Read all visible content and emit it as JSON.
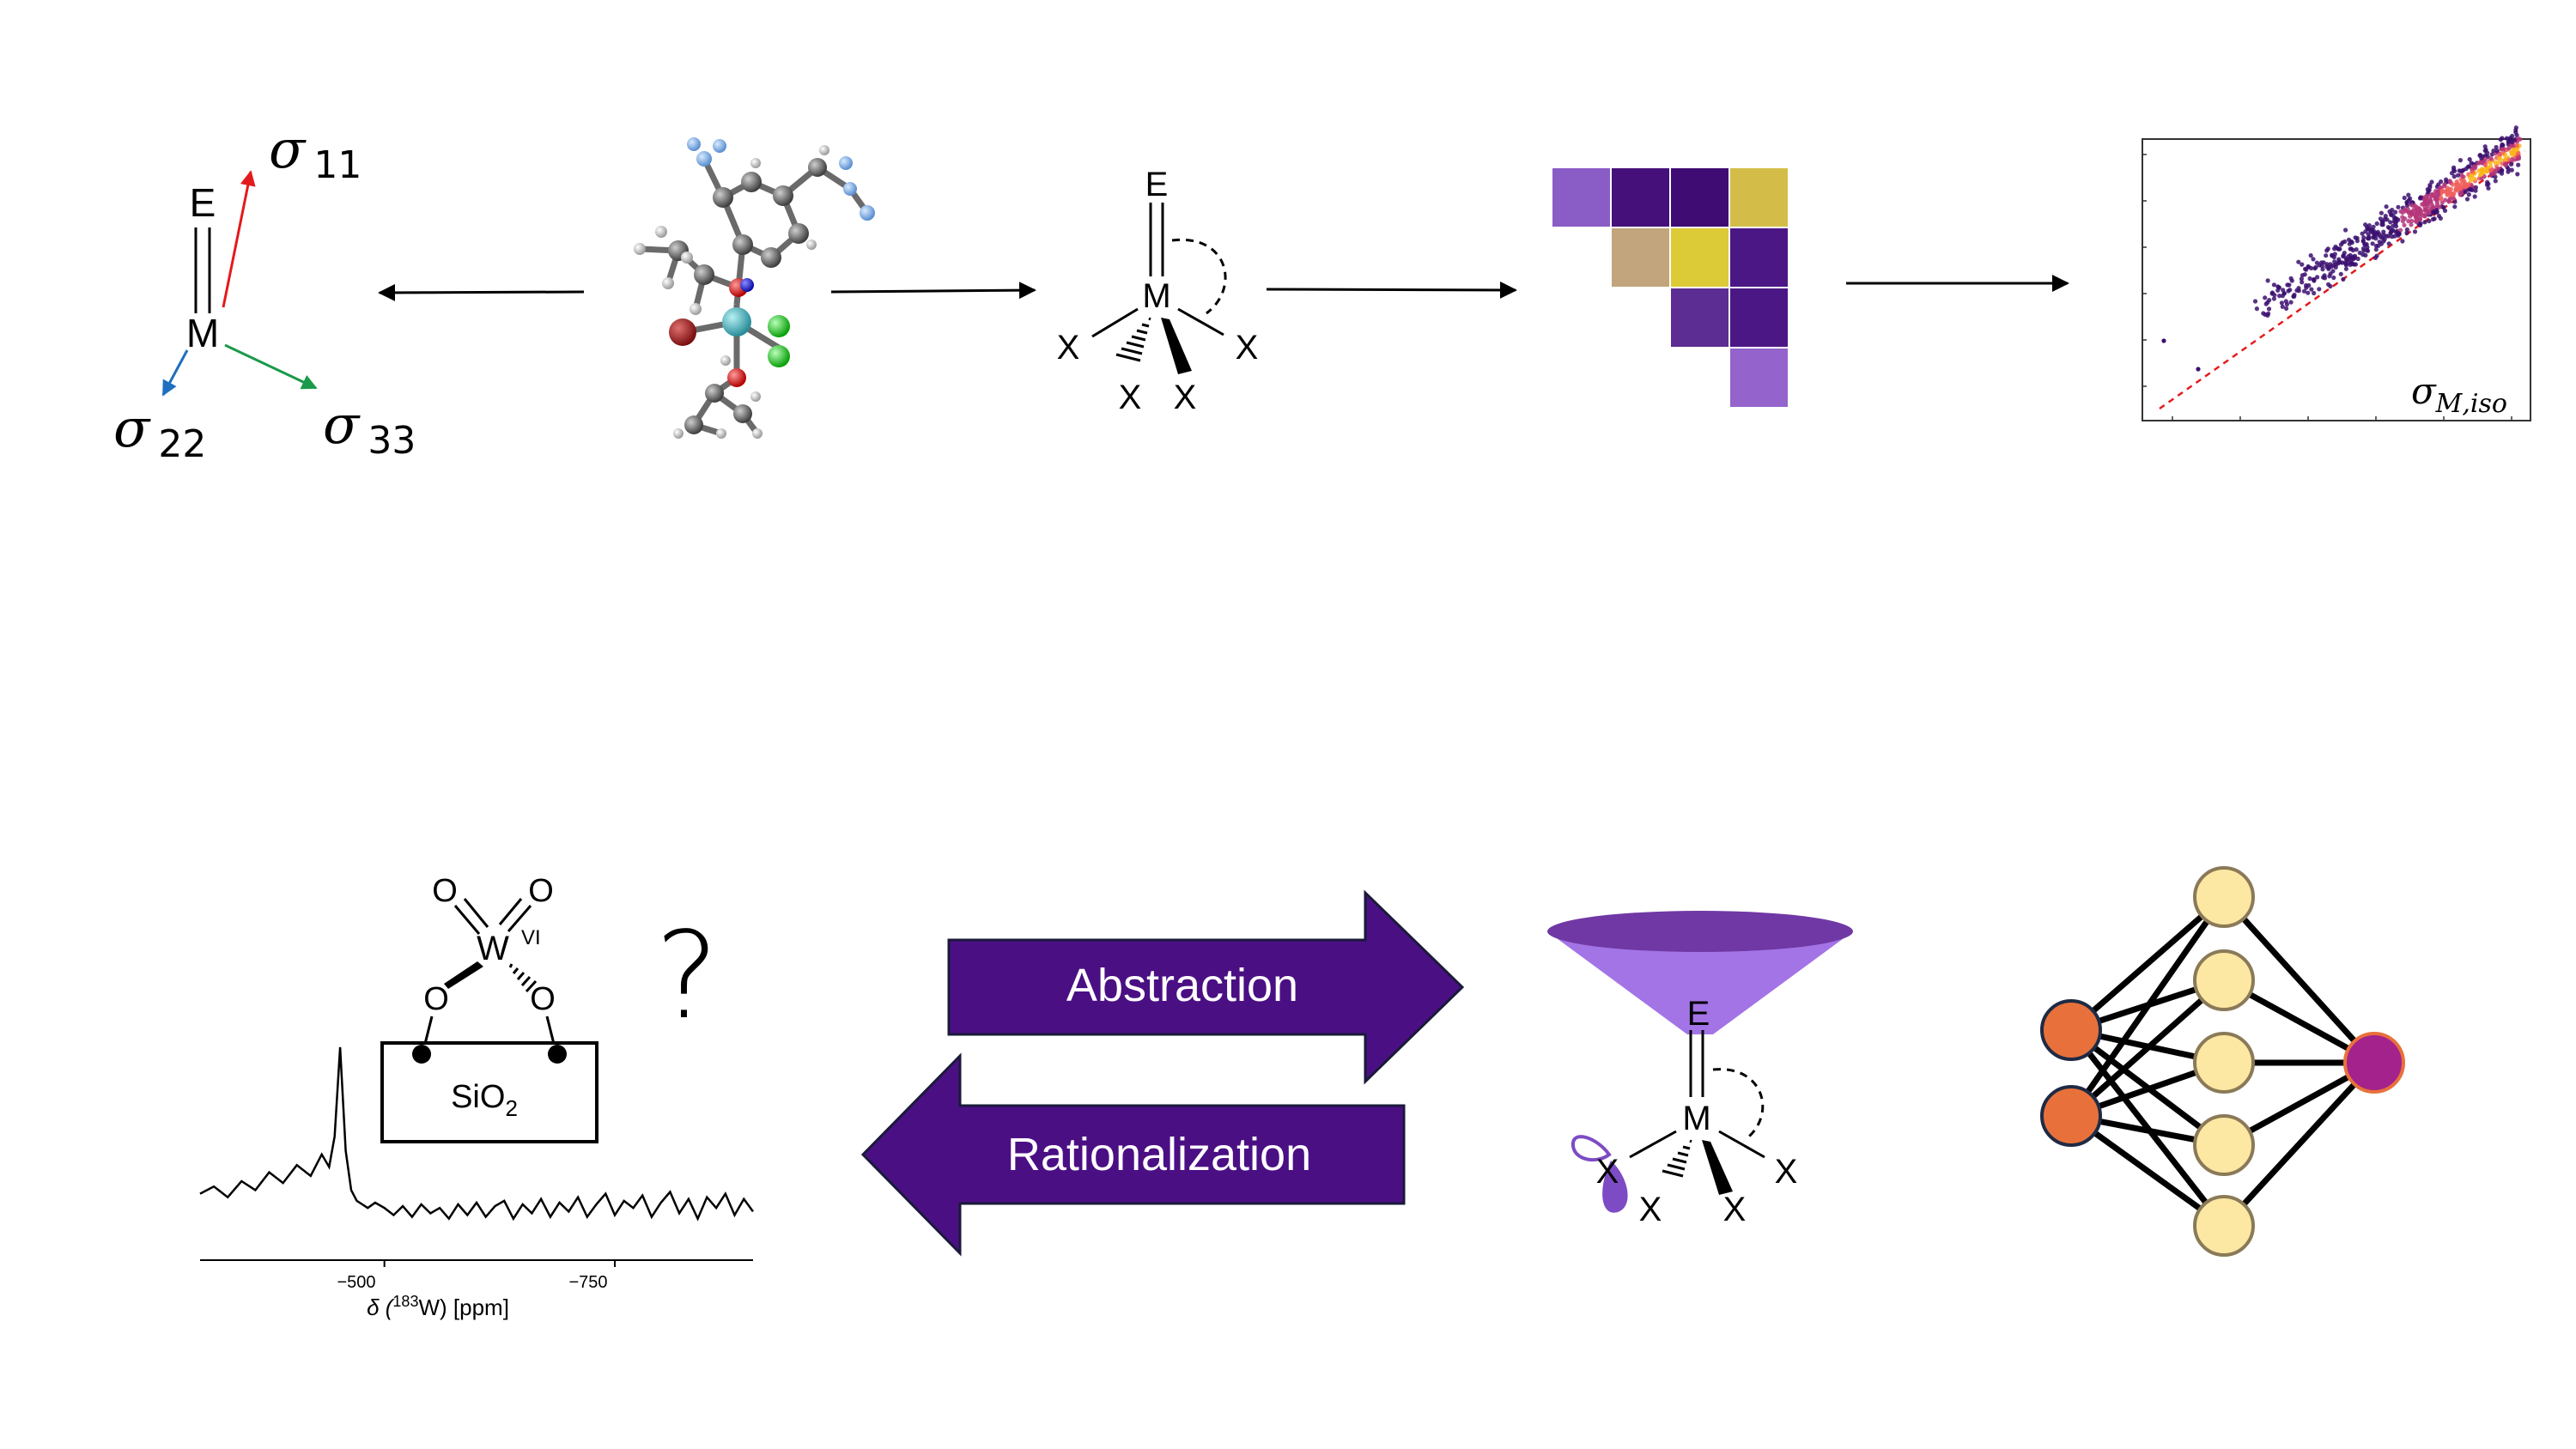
{
  "tensor": {
    "metal": "M",
    "ligand": "E",
    "sigma": "σ",
    "sub_11": "11",
    "sub_22": "22",
    "sub_33": "33",
    "colors": {
      "s11": "#e31a1c",
      "s22": "#1f6fbf",
      "s33": "#1a9a4a"
    }
  },
  "fragment": {
    "top": "E",
    "center": "M",
    "ligand": "X"
  },
  "matrix": {
    "colors": [
      [
        "#8a5cc6",
        "#45107a",
        "#3e0c72",
        "#d3bd48"
      ],
      [
        "#c2a57d",
        "#dccb36",
        "#4b1785"
      ],
      [
        "#5c2d93",
        "#4b1785"
      ],
      [
        "#9463cc"
      ]
    ]
  },
  "parity_plot": {
    "label_main": "σ",
    "label_sub": "M,iso"
  },
  "surface": {
    "metal": "W",
    "oxidation": "VI",
    "oxygen": "O",
    "support_main": "SiO",
    "support_sub": "2",
    "question": "?"
  },
  "chart_data": {
    "type": "line",
    "title": "",
    "xlabel_pre": "δ (",
    "xlabel_sup": "183",
    "xlabel_post": "W) [ppm]",
    "xticks": [
      "−500",
      "−750"
    ],
    "x_range": [
      -300,
      -900
    ],
    "series": [
      {
        "x": [
          -300,
          -315,
          -330,
          -345,
          -360,
          -375,
          -390,
          -405,
          -420,
          -432,
          -440,
          -446,
          -452,
          -458,
          -464,
          -470,
          -476,
          -482,
          -490,
          -500,
          -510,
          -520,
          -530,
          -540,
          -550,
          -560,
          -570,
          -580,
          -590,
          -600,
          -610,
          -620,
          -630,
          -640,
          -650,
          -660,
          -670,
          -680,
          -690,
          -700,
          -710,
          -720,
          -730,
          -740,
          -750,
          -760,
          -770,
          -780,
          -790,
          -800,
          -810,
          -820,
          -830,
          -840,
          -850,
          -860,
          -870,
          -880,
          -890,
          -900
        ],
        "y": [
          0.18,
          0.22,
          0.16,
          0.25,
          0.2,
          0.3,
          0.24,
          0.34,
          0.28,
          0.4,
          0.33,
          0.5,
          1.0,
          0.42,
          0.2,
          0.14,
          0.12,
          0.1,
          0.13,
          0.1,
          0.06,
          0.11,
          0.05,
          0.12,
          0.07,
          0.1,
          0.04,
          0.12,
          0.06,
          0.13,
          0.05,
          0.11,
          0.14,
          0.04,
          0.12,
          0.07,
          0.15,
          0.05,
          0.13,
          0.08,
          0.16,
          0.05,
          0.12,
          0.18,
          0.06,
          0.14,
          0.1,
          0.17,
          0.05,
          0.13,
          0.19,
          0.07,
          0.15,
          0.04,
          0.16,
          0.1,
          0.18,
          0.06,
          0.15,
          0.08
        ]
      }
    ]
  },
  "arrows": {
    "right_label": "Abstraction",
    "left_label": "Rationalization",
    "fill": "#4b0f84"
  },
  "funnel": {
    "top": "E",
    "center": "M",
    "ligand": "X",
    "colors": {
      "rim": "#7038a4",
      "body": "#a374e6",
      "lobe": "#7d4cc4"
    }
  },
  "network": {
    "input_color": "#e8713b",
    "hidden_color": "#fce8a2",
    "output_color": "#a3228c"
  }
}
